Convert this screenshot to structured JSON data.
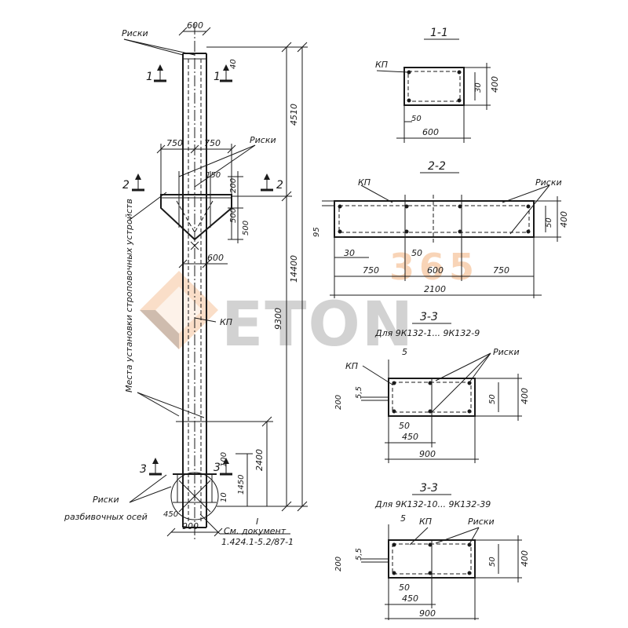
{
  "watermark": {
    "brand": "ETON",
    "number": "365",
    "orange": "#f0a060",
    "gray": "#7d7d7d"
  },
  "column": {
    "label_riski": "Риски",
    "label_riski2": "Риски",
    "label_mesta": "Места установки строповочных устройств",
    "label_kp": "КП",
    "label_riski_razb": "Риски",
    "label_razb_osei": "разбивочных осей",
    "doc_label": "См. документ",
    "doc_number": "1.424.1-5.2/87-1",
    "roman_one": "I",
    "dims": {
      "w600": "600",
      "d40": "40",
      "h4510": "4510",
      "h14400": "14400",
      "h9300": "9300",
      "w750a": "750",
      "w750b": "750",
      "w150": "150",
      "h200": "200",
      "h500a": "500",
      "h500b": "500",
      "w600b": "600",
      "h2400": "2400",
      "h1450": "1450",
      "h10": "10",
      "h100": "100",
      "d450": "450",
      "w900": "900"
    },
    "cuts": {
      "c1a": "1",
      "c1b": "1",
      "c2a": "2",
      "c2b": "2",
      "c3a": "3",
      "c3b": "3"
    }
  },
  "section_1": {
    "title": "1-1",
    "kp": "КП",
    "dims": {
      "h30": "30",
      "h400": "400",
      "w50": "50",
      "w600": "600"
    }
  },
  "section_2": {
    "title": "2-2",
    "kp": "КП",
    "riski": "Риски",
    "dims": {
      "h95": "95",
      "h400": "400",
      "h50": "50",
      "w30": "30",
      "w50": "50",
      "w750a": "750",
      "w600": "600",
      "w750b": "750",
      "w2100": "2100"
    }
  },
  "section_3a": {
    "title": "3-3",
    "subtitle": "Для 9К132-1... 9К132-9",
    "kp": "КП",
    "riski": "Риски",
    "dims": {
      "w5": "5",
      "h200": "200",
      "h55": "5,5",
      "h50": "50",
      "h400": "400",
      "w50": "50",
      "w450": "450",
      "w900": "900"
    }
  },
  "section_3b": {
    "title": "3-3",
    "subtitle": "Для 9К132-10... 9К132-39",
    "kp": "КП",
    "riski": "Риски",
    "dims": {
      "w5": "5",
      "h200": "200",
      "h55": "5,5",
      "h50": "50",
      "h400": "400",
      "w50": "50",
      "w450": "450",
      "w900": "900"
    }
  }
}
